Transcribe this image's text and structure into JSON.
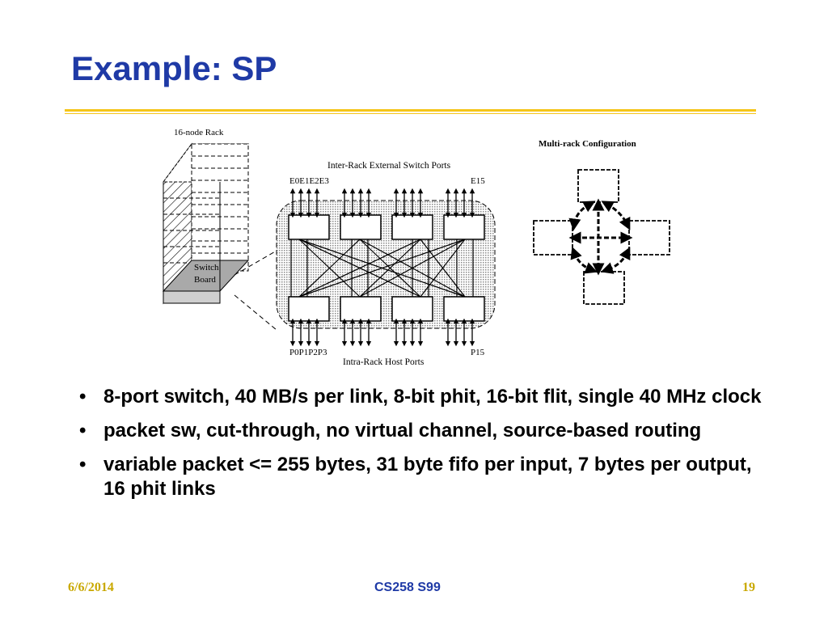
{
  "slide": {
    "title": "Example: SP",
    "diagram": {
      "rack_label": "16-node Rack",
      "switch_board_line1": "Switch",
      "switch_board_line2": "Board",
      "external_ports_label": "Inter-Rack External Switch Ports",
      "host_ports_label": "Intra-Rack Host Ports",
      "e_ports_first": "E0E1E2E3",
      "e_ports_last": "E15",
      "p_ports_first": "P0P1P2P3",
      "p_ports_last": "P15",
      "multirack_label": "Multi-rack Configuration"
    },
    "bullets": [
      "8-port switch, 40 MB/s per link, 8-bit phit, 16-bit flit, single 40 MHz clock",
      "packet sw, cut-through, no virtual channel, source-based routing",
      "variable packet <= 255 bytes, 31 byte fifo per input, 7 bytes per output, 16 phit links"
    ],
    "bullet_symbol": "•",
    "footer": {
      "date": "6/6/2014",
      "course": "CS258 S99",
      "page": "19"
    }
  }
}
